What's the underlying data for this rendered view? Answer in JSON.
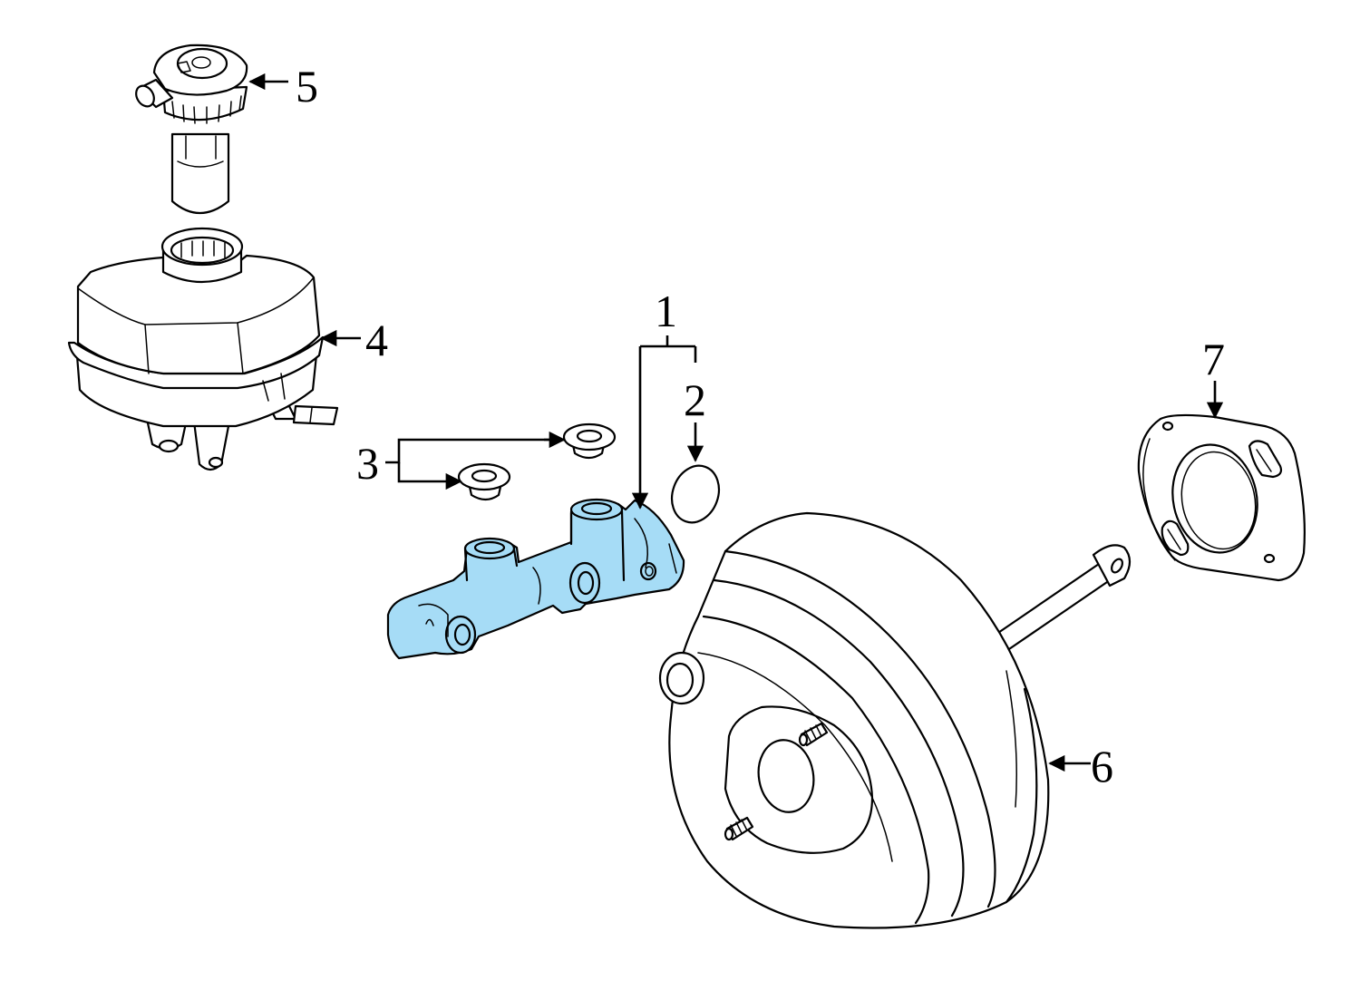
{
  "colors": {
    "highlight": "#a6dcf6",
    "line": "#000000",
    "background": "#ffffff"
  },
  "callouts": [
    {
      "id": "1",
      "label": "1"
    },
    {
      "id": "2",
      "label": "2"
    },
    {
      "id": "3",
      "label": "3"
    },
    {
      "id": "4",
      "label": "4"
    },
    {
      "id": "5",
      "label": "5"
    },
    {
      "id": "6",
      "label": "6"
    },
    {
      "id": "7",
      "label": "7"
    }
  ],
  "parts": [
    {
      "id": "master-cylinder",
      "callout": "1",
      "highlighted": true
    },
    {
      "id": "o-ring",
      "callout": "2",
      "highlighted": false
    },
    {
      "id": "grommets",
      "callout": "3",
      "highlighted": false
    },
    {
      "id": "reservoir",
      "callout": "4",
      "highlighted": false
    },
    {
      "id": "reservoir-cap",
      "callout": "5",
      "highlighted": false
    },
    {
      "id": "brake-booster",
      "callout": "6",
      "highlighted": false
    },
    {
      "id": "booster-gasket",
      "callout": "7",
      "highlighted": false
    }
  ]
}
